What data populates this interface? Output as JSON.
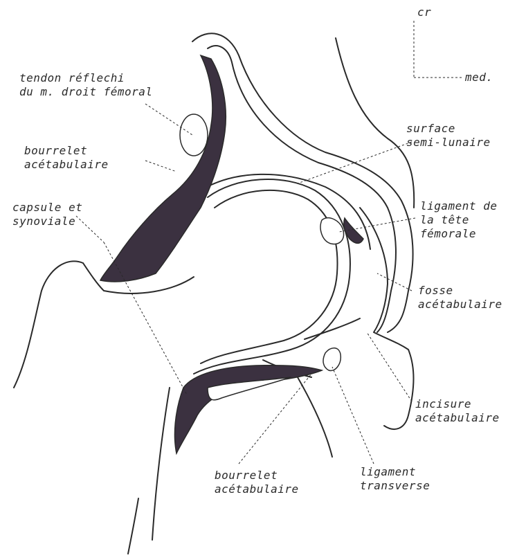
{
  "orientation": {
    "cranial": "cr",
    "medial": "med."
  },
  "labels": {
    "tendon": [
      "tendon réflechi",
      "du m. droit fémoral"
    ],
    "bourrelet_top": [
      "bourrelet",
      "acétabulaire"
    ],
    "capsule": [
      "capsule et",
      "synoviale"
    ],
    "surface": [
      "surface",
      "semi-lunaire"
    ],
    "ligament_tete": [
      "ligament de",
      "la tête",
      "fémorale"
    ],
    "fosse": [
      "fosse",
      "acétabulaire"
    ],
    "incisure": [
      "incisure",
      "acétabulaire"
    ],
    "bourrelet_bottom": [
      "bourrelet",
      "acétabulaire"
    ],
    "ligament_transverse": [
      "ligament",
      "transverse"
    ]
  },
  "colors": {
    "ink": "#2a2a2a",
    "tissue_dark": "#3b3140",
    "paper": "#ffffff"
  }
}
